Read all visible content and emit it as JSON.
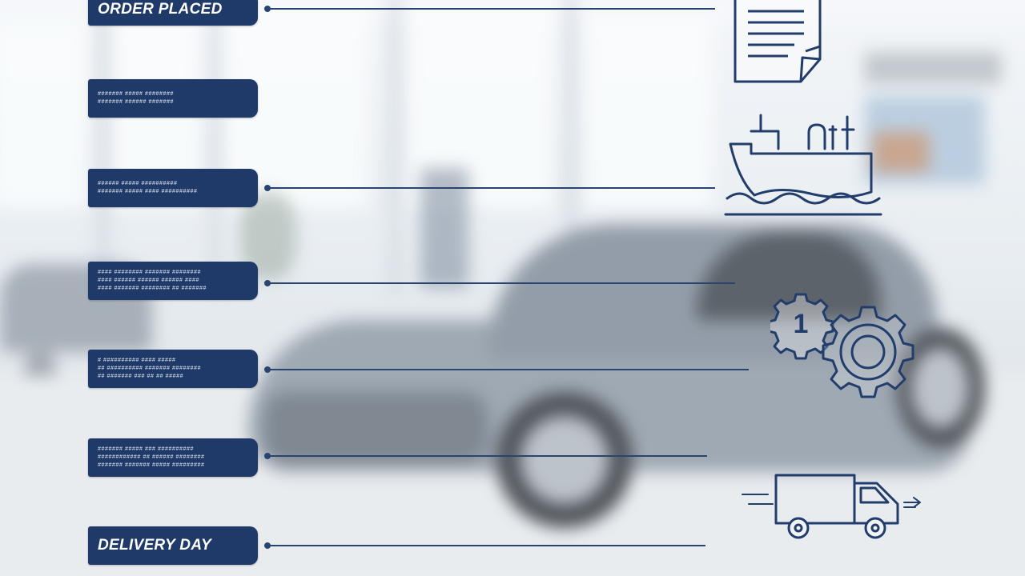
{
  "colors": {
    "accent": "#1f3a68",
    "line": "#2a4470",
    "icon_stroke": "#223d6b"
  },
  "steps": [
    {
      "title": "ORDER PLACED",
      "lines": []
    },
    {
      "title": "",
      "lines": [
        "####### ##### ########",
        "####### ###### #######"
      ]
    },
    {
      "title": "",
      "lines": [
        "###### ##### ##########",
        "####### ##### #### ##########"
      ]
    },
    {
      "title": "",
      "lines": [
        "#### ######## ####### ########",
        "#### ###### ###### ###### ####",
        "#### ####### ######## ## #######"
      ]
    },
    {
      "title": "",
      "lines": [
        "# ########## #### #####",
        "## ########## ####### ########",
        "## ####### ### ## ## #####"
      ]
    },
    {
      "title": "",
      "lines": [
        "####### ##### ### ##########",
        "############ ## ###### ########",
        "####### ####### ##### #########"
      ]
    },
    {
      "title": "DELIVERY DAY",
      "lines": []
    }
  ],
  "icons": [
    {
      "name": "document-icon",
      "label": "order document"
    },
    {
      "name": "ship-icon",
      "label": "cargo ship"
    },
    {
      "name": "gears-icon",
      "label": "numbered gears",
      "gear_number": "1"
    },
    {
      "name": "truck-icon",
      "label": "delivery truck"
    }
  ]
}
